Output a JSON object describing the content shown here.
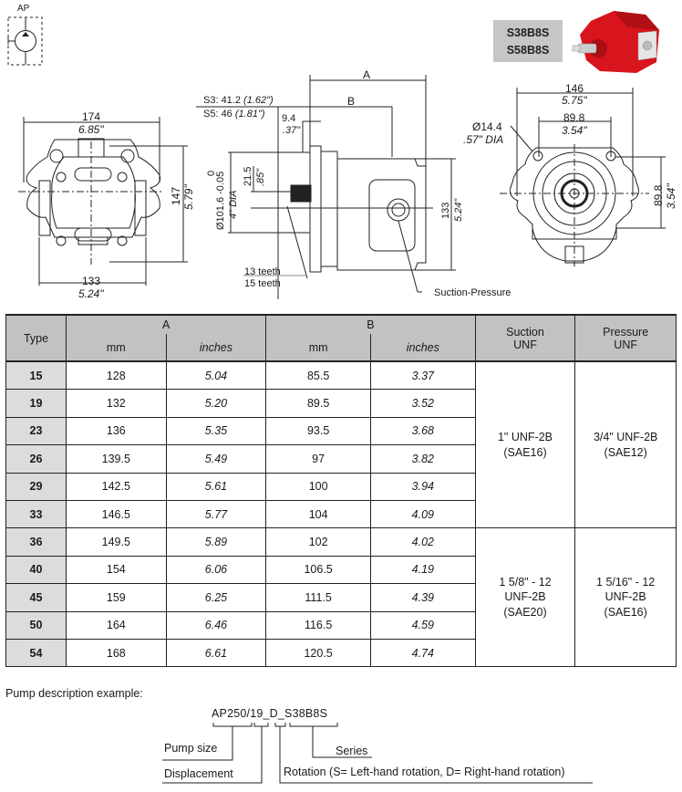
{
  "symbol": {
    "label": "AP"
  },
  "series_box": {
    "codes": [
      "S38B8S",
      "S58B8S"
    ]
  },
  "front_view": {
    "width_mm": "174",
    "width_in": "6.85\"",
    "height_mm": "147",
    "height_in": "5.79\"",
    "base_mm": "133",
    "base_in": "5.24\""
  },
  "side_view": {
    "dim_a": "A",
    "dim_b": "B",
    "s3_label": "S3: 41.2",
    "s3_in": "(1.62\")",
    "s5_label": "S5: 46",
    "s5_in": "(1.81\")",
    "shaft_len_mm": "9.4",
    "shaft_len_in": ".37\"",
    "tol_upper": "0",
    "pilot_dia": "Ø101.6 -0.05",
    "pilot_dia_in": "4\" DIA",
    "shaft_off_mm": "21.5",
    "shaft_off_in": ".85\"",
    "height_mm": "133",
    "height_in": "5.24\"",
    "teeth_1": "13 teeth",
    "teeth_2": "15 teeth",
    "port_label": "Suction-Pressure"
  },
  "rear_view": {
    "width_mm": "146",
    "width_in": "5.75\"",
    "bolt_mm": "89.8",
    "bolt_in": "3.54\"",
    "hole_mm": "Ø14.4",
    "hole_in": ".57\" DIA",
    "vbolt_mm": "89.8",
    "vbolt_in": "3.54\""
  },
  "table": {
    "headers": {
      "type": "Type",
      "a": "A",
      "b": "B",
      "mm": "mm",
      "inches": "inches",
      "suction": "Suction",
      "pressure": "Pressure",
      "unf": "UNF"
    },
    "rows": [
      {
        "type": "15",
        "a_mm": "128",
        "a_in": "5.04",
        "b_mm": "85.5",
        "b_in": "3.37"
      },
      {
        "type": "19",
        "a_mm": "132",
        "a_in": "5.20",
        "b_mm": "89.5",
        "b_in": "3.52"
      },
      {
        "type": "23",
        "a_mm": "136",
        "a_in": "5.35",
        "b_mm": "93.5",
        "b_in": "3.68"
      },
      {
        "type": "26",
        "a_mm": "139.5",
        "a_in": "5.49",
        "b_mm": "97",
        "b_in": "3.82"
      },
      {
        "type": "29",
        "a_mm": "142.5",
        "a_in": "5.61",
        "b_mm": "100",
        "b_in": "3.94"
      },
      {
        "type": "33",
        "a_mm": "146.5",
        "a_in": "5.77",
        "b_mm": "104",
        "b_in": "4.09"
      },
      {
        "type": "36",
        "a_mm": "149.5",
        "a_in": "5.89",
        "b_mm": "102",
        "b_in": "4.02"
      },
      {
        "type": "40",
        "a_mm": "154",
        "a_in": "6.06",
        "b_mm": "106.5",
        "b_in": "4.19"
      },
      {
        "type": "45",
        "a_mm": "159",
        "a_in": "6.25",
        "b_mm": "111.5",
        "b_in": "4.39"
      },
      {
        "type": "50",
        "a_mm": "164",
        "a_in": "6.46",
        "b_mm": "116.5",
        "b_in": "4.59"
      },
      {
        "type": "54",
        "a_mm": "168",
        "a_in": "6.61",
        "b_mm": "120.5",
        "b_in": "4.74"
      }
    ],
    "groups": [
      {
        "suction": [
          "1\" UNF-2B",
          "(SAE16)"
        ],
        "pressure": [
          "3/4\" UNF-2B",
          "(SAE12)"
        ]
      },
      {
        "suction": [
          "1 5/8\" - 12",
          "UNF-2B",
          "(SAE20)"
        ],
        "pressure": [
          "1 5/16\" - 12",
          "UNF-2B",
          "(SAE16)"
        ]
      }
    ]
  },
  "description": {
    "title": "Pump description example:",
    "code": "AP250/19_D_S38B8S",
    "pump_size": "Pump size",
    "displacement": "Displacement",
    "series": "Series",
    "rotation": "Rotation (S= Left-hand rotation, D= Right-hand rotation)"
  },
  "colors": {
    "pump_red": "#d8141c",
    "header_gray": "#c2c2c2",
    "type_gray": "#dcdcdc",
    "series_gray": "#c6c6c6"
  }
}
